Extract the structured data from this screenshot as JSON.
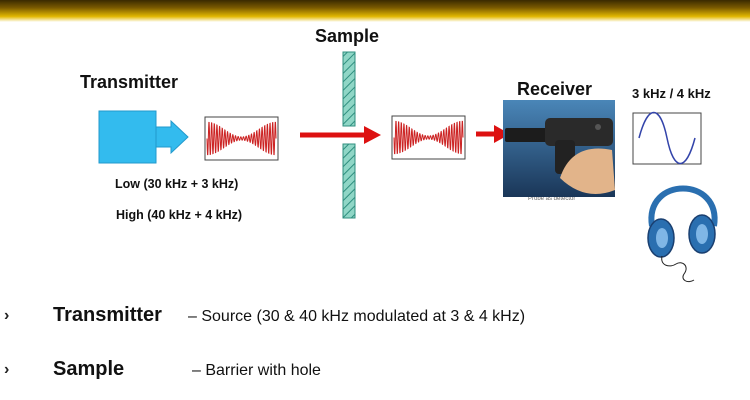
{
  "diagram": {
    "labels": {
      "sample": "Sample",
      "transmitter": "Transmitter",
      "receiver": "Receiver",
      "tones": "3 kHz / 4 kHz",
      "low": "Low (30 kHz + 3 kHz)",
      "high": "High (40 kHz + 4 kHz)",
      "probe_caption": "Probe as detector"
    },
    "colors": {
      "transmitter_box": "#33bbee",
      "arrow": "#dd1111",
      "barrier": "#77ccbb",
      "waveform": "#cc2222",
      "tone_wave": "#3344aa"
    }
  },
  "bullets": [
    {
      "marker": "›",
      "term": "Transmitter",
      "desc": "– Source  (30 & 40 kHz modulated at 3 & 4 kHz)"
    },
    {
      "marker": "›",
      "term": "Sample",
      "desc": "– Barrier with hole"
    }
  ]
}
